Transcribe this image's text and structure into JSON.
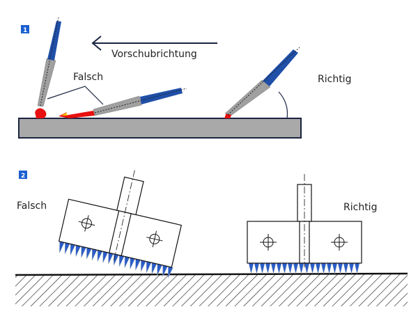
{
  "panel1": {
    "badge": "1",
    "direction_label": "Vorschubrichtung",
    "wrong_label": "Falsch",
    "right_label": "Richtig"
  },
  "panel2": {
    "badge": "2",
    "wrong_label": "Falsch",
    "right_label": "Richtig"
  },
  "colors": {
    "badge": "#1a5fd0",
    "torch_blue": "#1f4fa8",
    "torch_gray": "#a0a0a0",
    "flame": "#e81010",
    "plate": "#a9a9a9",
    "outline": "#1a2440",
    "bristle": "#2a5cc8"
  }
}
